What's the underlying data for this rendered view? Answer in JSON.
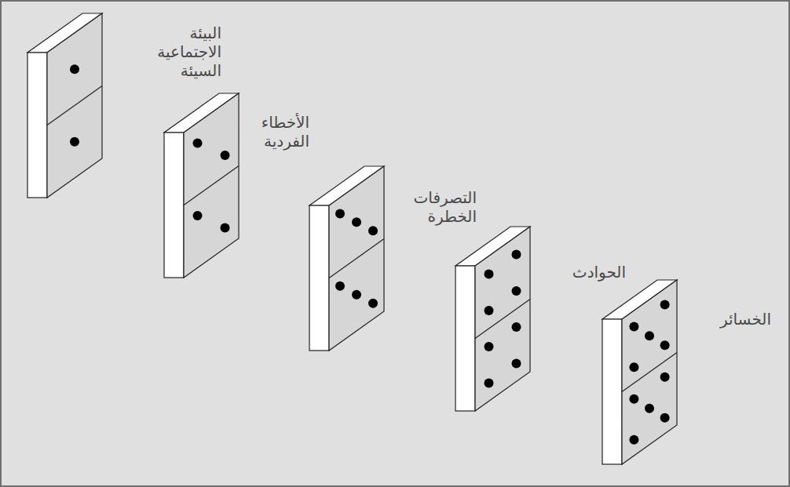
{
  "diagram": {
    "nodes": [
      {
        "text": [
          "البيئة الاجتماعية السيئة"
        ]
      },
      {
        "text": [
          "الأخطاء الفردية"
        ]
      },
      {
        "text": [
          "التصرفات الخطرة"
        ]
      },
      {
        "text": [
          "الحوادث"
        ]
      },
      {
        "text": [
          "الخسائر"
        ]
      }
    ]
  }
}
